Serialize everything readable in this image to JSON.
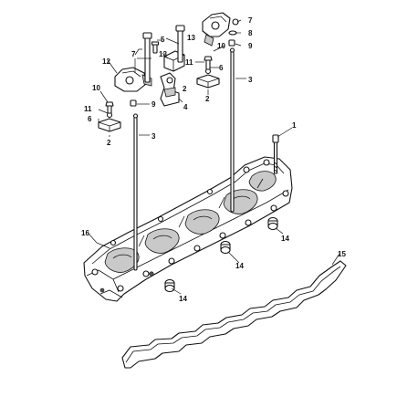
{
  "callouts": {
    "c1": "1",
    "c2a": "2",
    "c2b": "2",
    "c2c": "2",
    "c3a": "3",
    "c3b": "3",
    "c4": "4",
    "c5": "5",
    "c6a": "6",
    "c6b": "6",
    "c7a": "7",
    "c7b": "7",
    "c8": "8",
    "c9a": "9",
    "c9b": "9",
    "c10a": "10",
    "c10b": "10",
    "c11a": "11",
    "c11b": "11",
    "c12": "12",
    "c13a": "13",
    "c13b": "13",
    "c14a": "14",
    "c14b": "14",
    "c14c": "14",
    "c15": "15",
    "c16": "16"
  }
}
